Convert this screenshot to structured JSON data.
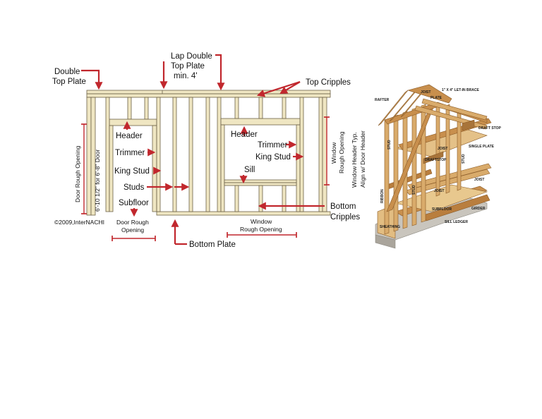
{
  "wall_diagram": {
    "labels": {
      "double_top_plate_1": "Double",
      "double_top_plate_2": "Top Plate",
      "lap_double_1": "Lap Double",
      "lap_double_2": "Top Plate",
      "lap_double_3": "min. 4'",
      "top_cripples": "Top Cripples",
      "header_door": "Header",
      "trimmer_door": "Trimmer",
      "king_stud_door": "King Stud",
      "studs": "Studs",
      "subfloor": "Subfloor",
      "header_window": "Header",
      "trimmer_window": "Trimmer",
      "king_stud_window": "King Stud",
      "sill": "Sill",
      "bottom_cripples_1": "Bottom",
      "bottom_cripples_2": "Cripples",
      "bottom_plate": "Bottom Plate",
      "door_rough_opening_1": "Door Rough",
      "door_rough_opening_2": "Opening",
      "window_rough_opening_1": "Window",
      "window_rough_opening_2": "Rough Opening",
      "door_rough_vertical": "Door Rough Opening",
      "door_height_vertical": "6'-10 1/2\" for 6'-8\" Door",
      "window_rough_vertical_1": "Window",
      "window_rough_vertical_2": "Rough Opening",
      "window_header_vertical_1": "Window Header Typ.",
      "window_header_vertical_2": "Align w/ Door Header",
      "copyright": "©2009,InterNACHI"
    }
  },
  "framing_illustration": {
    "labels": {
      "rafter": "RAFTER",
      "joist_top": "JOIST",
      "plate": "PLATE",
      "let_in_brace": "1\" X 4\" LET-IN BRACE",
      "draft_stop": "DRAFT STOP",
      "single_plate": "SINGLE PLATE",
      "joist_mid": "JOIST",
      "draftstop": "DRAFTSTOP",
      "stud_left": "STUD",
      "stud_right": "STUD",
      "ribbon": "RIBBON",
      "stud_center": "STUD",
      "joist_low": "JOIST",
      "subfloor": "SUBFLOOR",
      "sill_ledger": "SILL LEDGER",
      "girder": "GIRDER",
      "sheathing": "SHEATHING"
    }
  },
  "colors": {
    "lumber": "#efe6c2",
    "lumber_edge": "#6d6248",
    "accent_red": "#c1272d",
    "wood": "#d9ab6b",
    "wood_dark": "#a8743a",
    "concrete": "#c9c5bd"
  }
}
